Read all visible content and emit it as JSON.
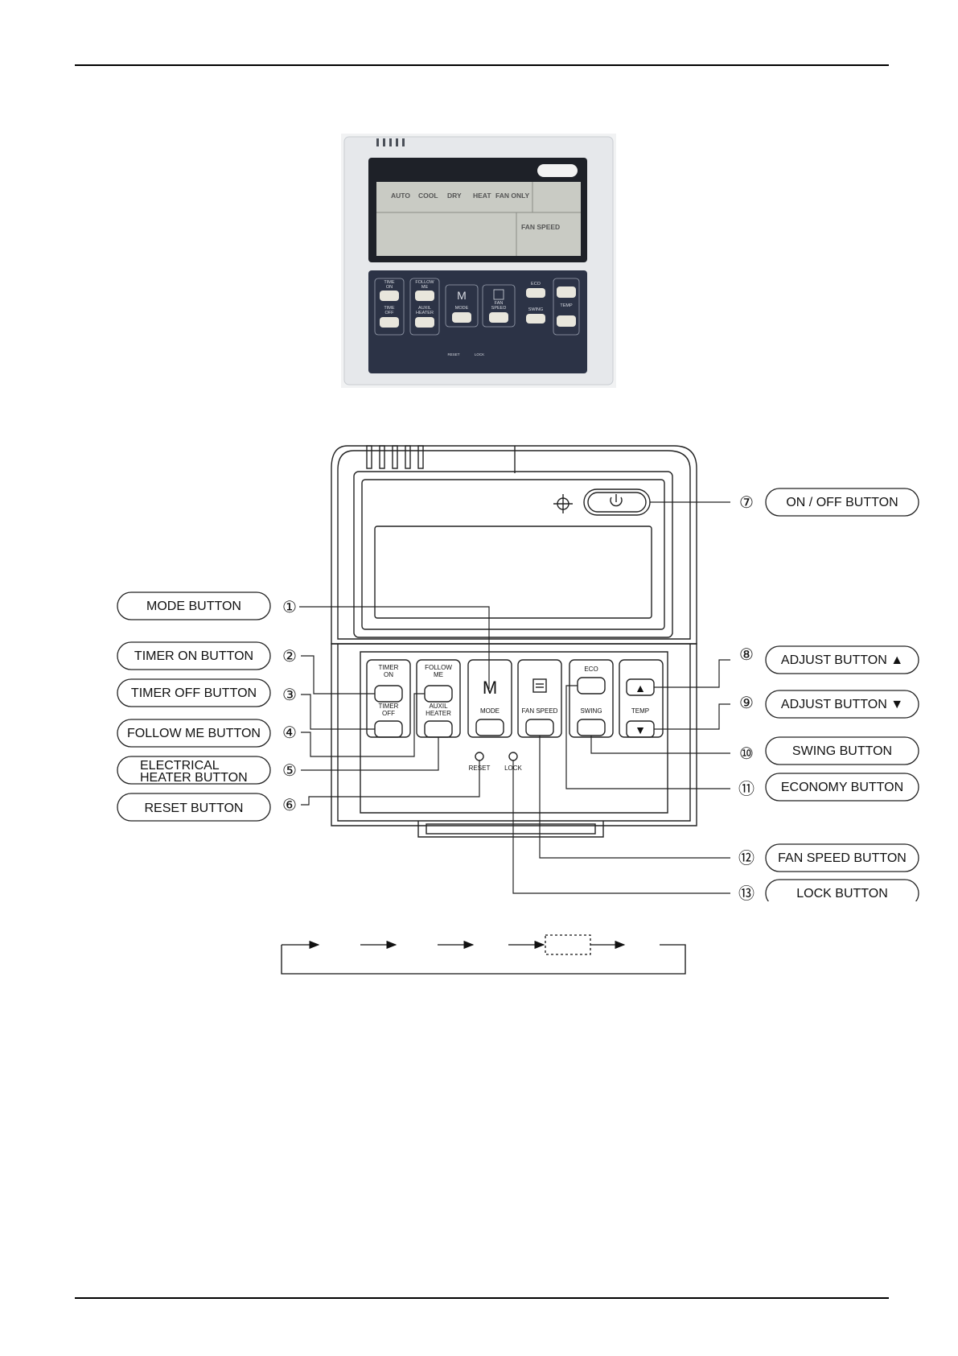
{
  "photo": {
    "lcd_modes": [
      "AUTO",
      "COOL",
      "DRY",
      "HEAT",
      "FAN ONLY"
    ],
    "lcd_fan_speed": "FAN SPEED",
    "keypad": {
      "timer_on": [
        "TIME",
        "ON"
      ],
      "timer_off": [
        "TIME",
        "OFF"
      ],
      "follow_me": [
        "FOLLOW",
        "ME"
      ],
      "auxil_heater": [
        "AUXIL",
        "HEATER"
      ],
      "mode_glyph": "M",
      "mode": "MODE",
      "fan_speed": [
        "FAN",
        "SPEED"
      ],
      "eco": "ECO",
      "swing": "SWING",
      "temp": "TEMP",
      "reset": "RESET",
      "lock": "LOCK"
    }
  },
  "diagram": {
    "keys": {
      "timer_on": [
        "TIMER",
        "ON"
      ],
      "timer_off": [
        "TIMER",
        "OFF"
      ],
      "follow_me": [
        "FOLLOW",
        "ME"
      ],
      "auxil_heater": [
        "AUXIL",
        "HEATER"
      ],
      "mode_glyph": "M",
      "mode": "MODE",
      "fan_speed": "FAN SPEED",
      "eco": "ECO",
      "swing": "SWING",
      "temp": "TEMP",
      "reset": "RESET",
      "lock": "LOCK",
      "up_glyph": "▲",
      "down_glyph": "▼"
    },
    "callouts_left": [
      {
        "num": "①",
        "label": "MODE BUTTON"
      },
      {
        "num": "②",
        "label": "TIMER ON BUTTON"
      },
      {
        "num": "③",
        "label": "TIMER OFF BUTTON"
      },
      {
        "num": "④",
        "label": "FOLLOW ME BUTTON"
      },
      {
        "num": "⑤",
        "label": [
          "ELECTRICAL",
          "HEATER BUTTON"
        ]
      },
      {
        "num": "⑥",
        "label": "RESET BUTTON"
      }
    ],
    "callouts_right": [
      {
        "num": "⑦",
        "label": "ON / OFF BUTTON"
      },
      {
        "num": "⑧",
        "label": "ADJUST BUTTON ▲"
      },
      {
        "num": "⑨",
        "label": "ADJUST BUTTON ▼"
      },
      {
        "num": "⑩",
        "label": "SWING BUTTON"
      },
      {
        "num": "⑪",
        "label": "ECONOMY BUTTON"
      },
      {
        "num": "⑫",
        "label": "FAN SPEED BUTTON"
      },
      {
        "num": "⑬",
        "label": "LOCK BUTTON"
      }
    ]
  },
  "colors": {
    "panel": "#2c3346",
    "lcd": "#c9cbc4",
    "frame": "#e6e8eb",
    "key": "#e8e6dc"
  }
}
